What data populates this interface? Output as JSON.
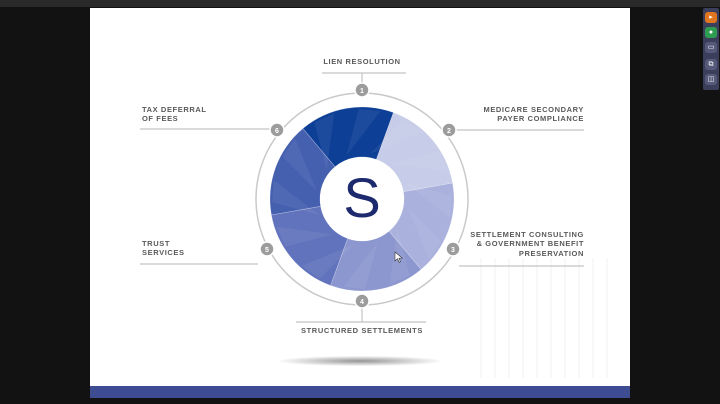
{
  "slide": {
    "logo_letter": "S",
    "labels": {
      "lien": "LIEN RESOLUTION",
      "medicare": "MEDICARE SECONDARY\nPAYER COMPLIANCE",
      "consulting": "SETTLEMENT CONSULTING\n& GOVERNMENT BENEFIT\nPRESERVATION",
      "structured": "STRUCTURED SETTLEMENTS",
      "trust": "TRUST\nSERVICES",
      "tax": "TAX DEFERRAL\nOF FEES"
    },
    "numbers": [
      "1",
      "2",
      "3",
      "4",
      "5",
      "6"
    ]
  },
  "colors": {
    "brand_dark": "#1e2a6e",
    "segment_blues": [
      "#0e3f96",
      "#c7cce8",
      "#a9b1dc",
      "#8d97cf",
      "#6273bd",
      "#4660b0"
    ],
    "footer": "#3e4d93",
    "marker_gray": "#9c9c9c"
  },
  "side_toolbar": {
    "icons": [
      "orange-flag-icon",
      "green-leaf-icon",
      "video-icon",
      "copy-icon",
      "layers-icon"
    ]
  }
}
